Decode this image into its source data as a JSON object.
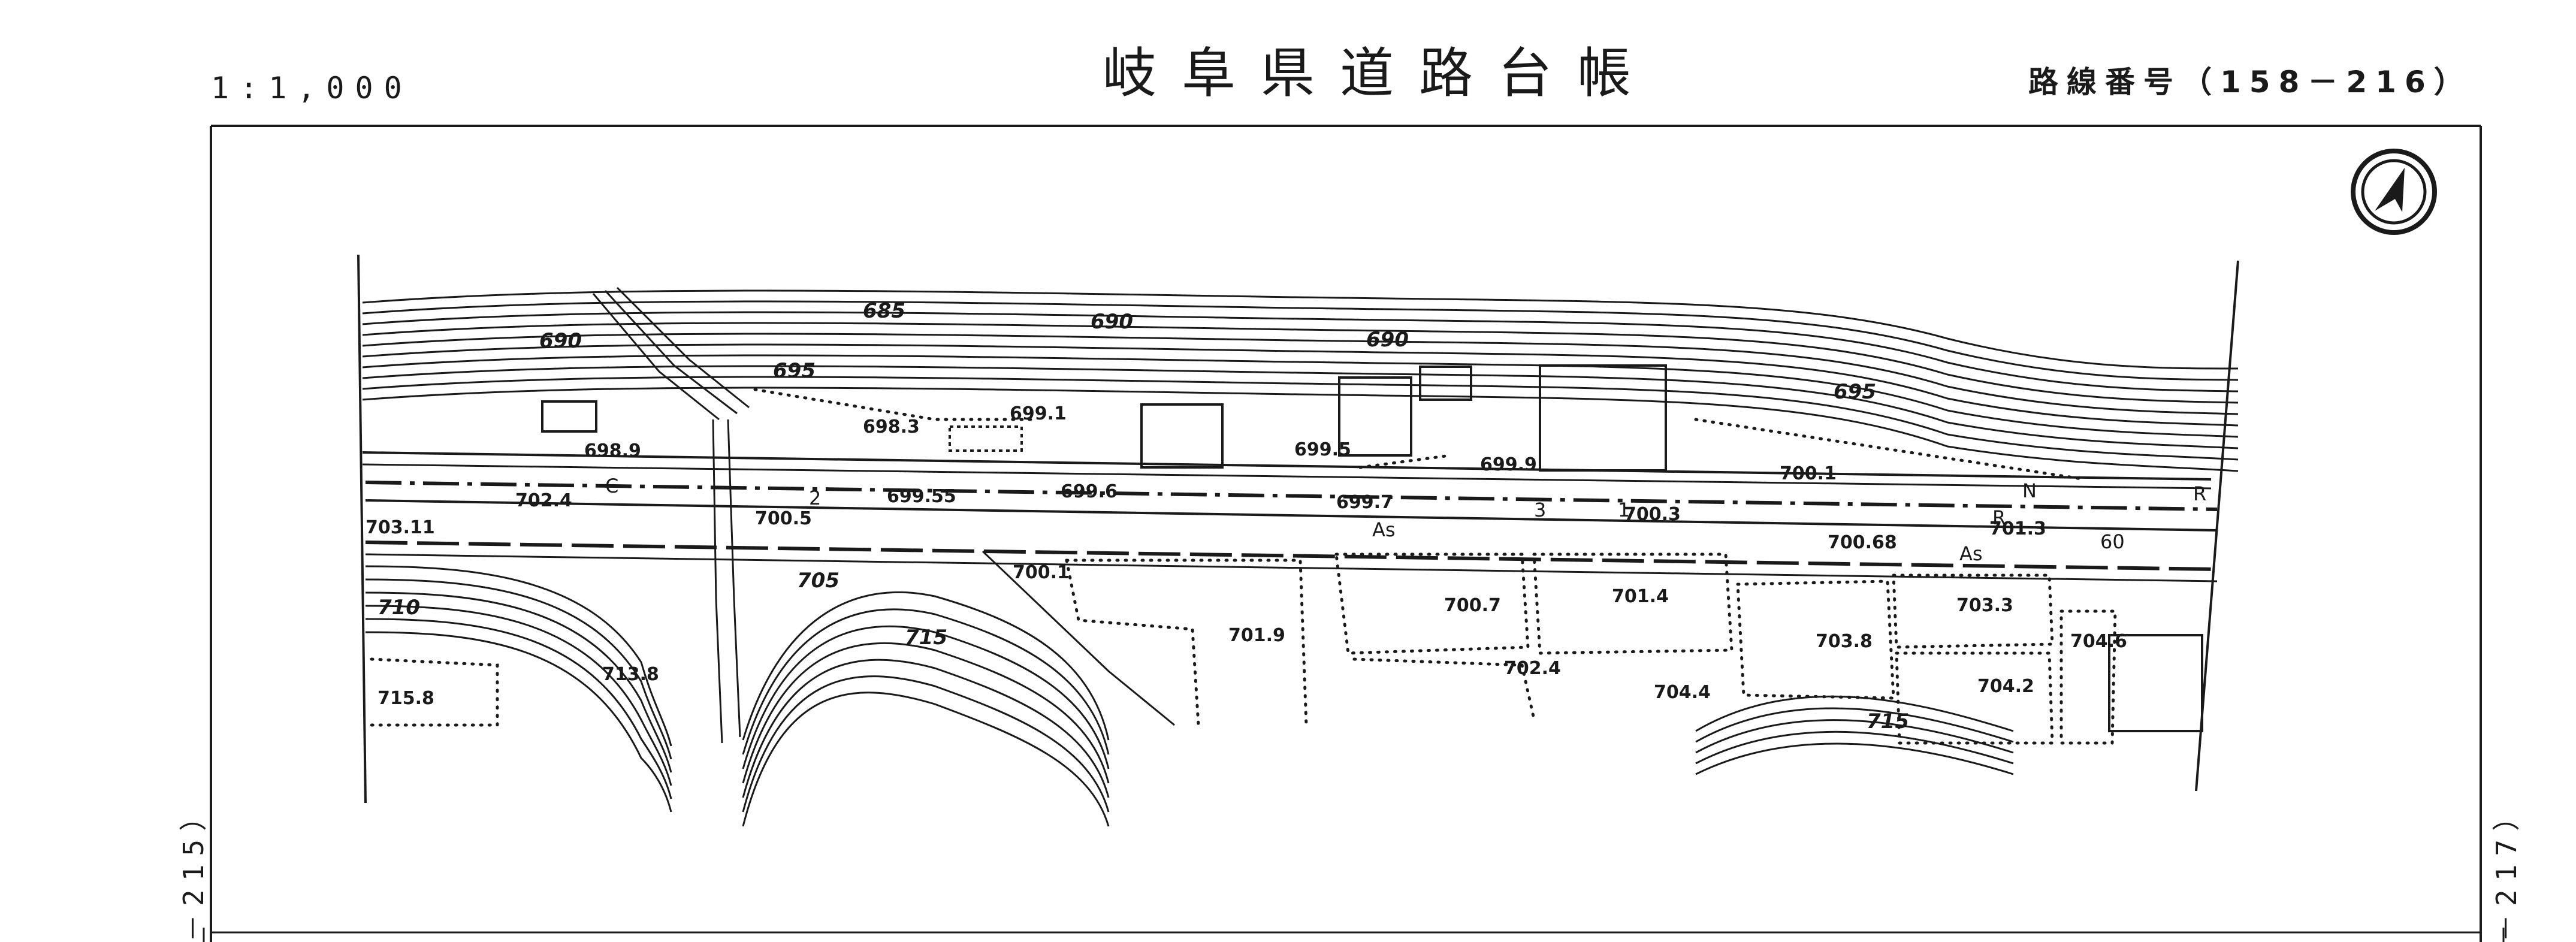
{
  "header": {
    "scale": "1:1,000",
    "title": "岐阜県道路台帳",
    "route": "路線番号（158－216）"
  },
  "sheet_refs": {
    "left": "－215）",
    "right": "－217）"
  },
  "map_labels": {
    "contours": [
      "685",
      "690",
      "695",
      "690",
      "690",
      "695",
      "705",
      "710",
      "715",
      "715"
    ],
    "elevations": [
      "698.9",
      "698.3",
      "699.1",
      "699.5",
      "699.9",
      "700.1",
      "702.4",
      "703.11",
      "700.5",
      "699.55",
      "699.6",
      "699.7",
      "700.3",
      "700.68",
      "701.3",
      "700.1",
      "701.9",
      "700.7",
      "701.4",
      "703.3",
      "703.8",
      "704.2",
      "704.6",
      "702.4",
      "704.4",
      "715.8",
      "713.8"
    ],
    "markers": [
      "C",
      "2",
      "3",
      "1",
      "As",
      "As",
      "R",
      "R",
      "N",
      "60"
    ]
  },
  "colors": {
    "ink": "#1a1a1a",
    "paper": "#ffffff"
  }
}
